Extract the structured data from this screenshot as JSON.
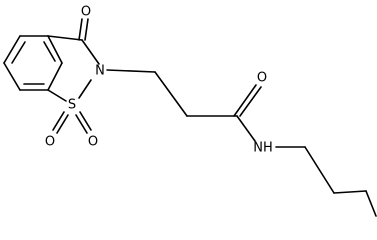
{
  "molecule": {
    "atom_labels": {
      "carbonyl_oxygen_ring": "O",
      "ring_nitrogen": "N",
      "sulfur": "S",
      "sulfonyl_oxygen_left": "O",
      "sulfonyl_oxygen_right": "O",
      "amide_oxygen": "O",
      "amide_nitrogen": "NH"
    },
    "colors": {
      "bond": "#000000",
      "label": "#000000",
      "background": "#ffffff"
    }
  }
}
